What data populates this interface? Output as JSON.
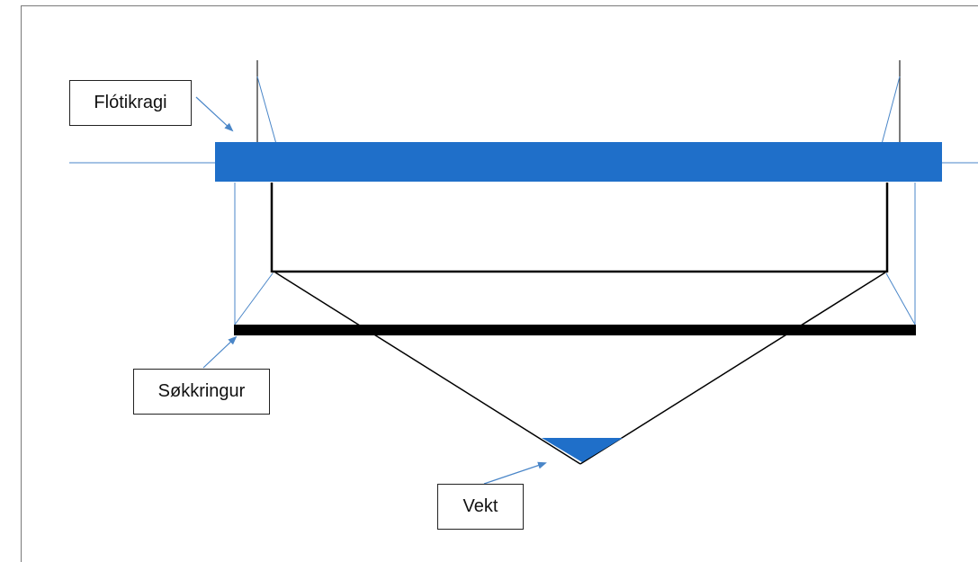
{
  "labels": {
    "float_collar": "Flótikragi",
    "sinker_ring": "Søkkringur",
    "weight": "Vekt"
  },
  "colors": {
    "float_collar": "#1f6fc9",
    "sinker_ring": "#000000",
    "weight": "#1f6fc9",
    "thin_lines": "#4a86c8",
    "net_outline": "#000000"
  }
}
